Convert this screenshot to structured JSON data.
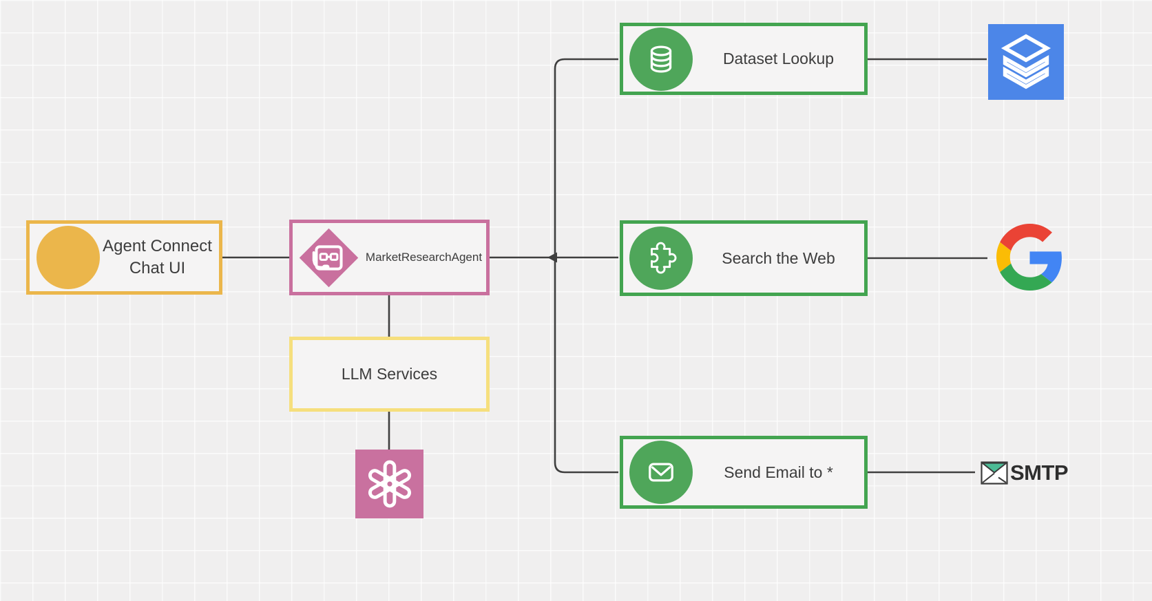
{
  "nodes": {
    "chat_ui": {
      "label": "Agent Connect Chat UI",
      "border_color": "#EBB64B",
      "icon": "yellow-circle"
    },
    "agent": {
      "label": "MarketResearchAgent",
      "border_color": "#C9709E",
      "icon": "agent-diamond"
    },
    "llm": {
      "label": "LLM Services",
      "border_color": "#F6DF7D"
    },
    "dataset": {
      "label": "Dataset Lookup",
      "border_color": "#43A450",
      "icon": "database-cylinder"
    },
    "search": {
      "label": "Search the Web",
      "border_color": "#43A450",
      "icon": "puzzle-piece"
    },
    "email": {
      "label": "Send Email to *",
      "border_color": "#43A450",
      "icon": "envelope"
    }
  },
  "endpoints": {
    "data_stack": {
      "icon": "layer-stack",
      "bg_color": "#4C86E8"
    },
    "google": {
      "icon": "google-g",
      "colors": {
        "blue": "#4285F4",
        "red": "#EA4335",
        "yellow": "#FBBC05",
        "green": "#34A853"
      }
    },
    "smtp": {
      "label": "SMTP",
      "icon": "envelope-teal-flap",
      "flap_color": "#4CBB95"
    },
    "openai": {
      "icon": "openai-knot",
      "bg_color": "#C9719F"
    }
  },
  "style": {
    "connector_color": "#3F3F3F",
    "tool_circle_color": "#4FA65A",
    "node_fill": "#f5f4f4",
    "text_color": "#3D3D3D",
    "canvas_background": "#f0efef"
  }
}
